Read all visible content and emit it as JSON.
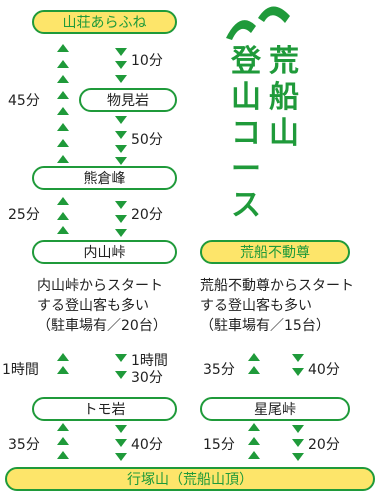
{
  "title": {
    "chars": [
      "荒",
      "船",
      "山",
      "登",
      "山",
      "コ",
      "ー",
      "ス"
    ]
  },
  "colors": {
    "green": "#1f9a3a",
    "highlight": "#fde56a"
  },
  "nodes": {
    "sanso": "山荘あらふね",
    "monomiiwa": "物見岩",
    "kumakura": "熊倉峰",
    "uchiyama": "内山峠",
    "arafune_fudoson": "荒船不動尊",
    "tomoiwa": "トモ岩",
    "hoshio": "星尾峠",
    "summit": "行塚山（荒船山頂）"
  },
  "times": {
    "sanso_monomi_down": "10分",
    "sanso_monomi_up": "45分",
    "monomi_kumakura_down": "50分",
    "kumakura_uchiyama_up": "25分",
    "kumakura_uchiyama_down": "20分",
    "uchiyama_tomo_up": "1時間",
    "uchiyama_tomo_down_1": "1時間",
    "uchiyama_tomo_down_2": "30分",
    "fudoson_hoshio_up": "35分",
    "fudoson_hoshio_down": "40分",
    "tomo_summit_up": "35分",
    "tomo_summit_down": "40分",
    "hoshio_summit_up": "15分",
    "hoshio_summit_down": "20分"
  },
  "notes": {
    "left_line1": "内山峠からスタート",
    "left_line2": "する登山客も多い",
    "left_line3": "（駐車場有／20台）",
    "right_line1": "荒船不動尊からスタート",
    "right_line2": "する登山客も多い",
    "right_line3": "（駐車場有／15台）"
  }
}
